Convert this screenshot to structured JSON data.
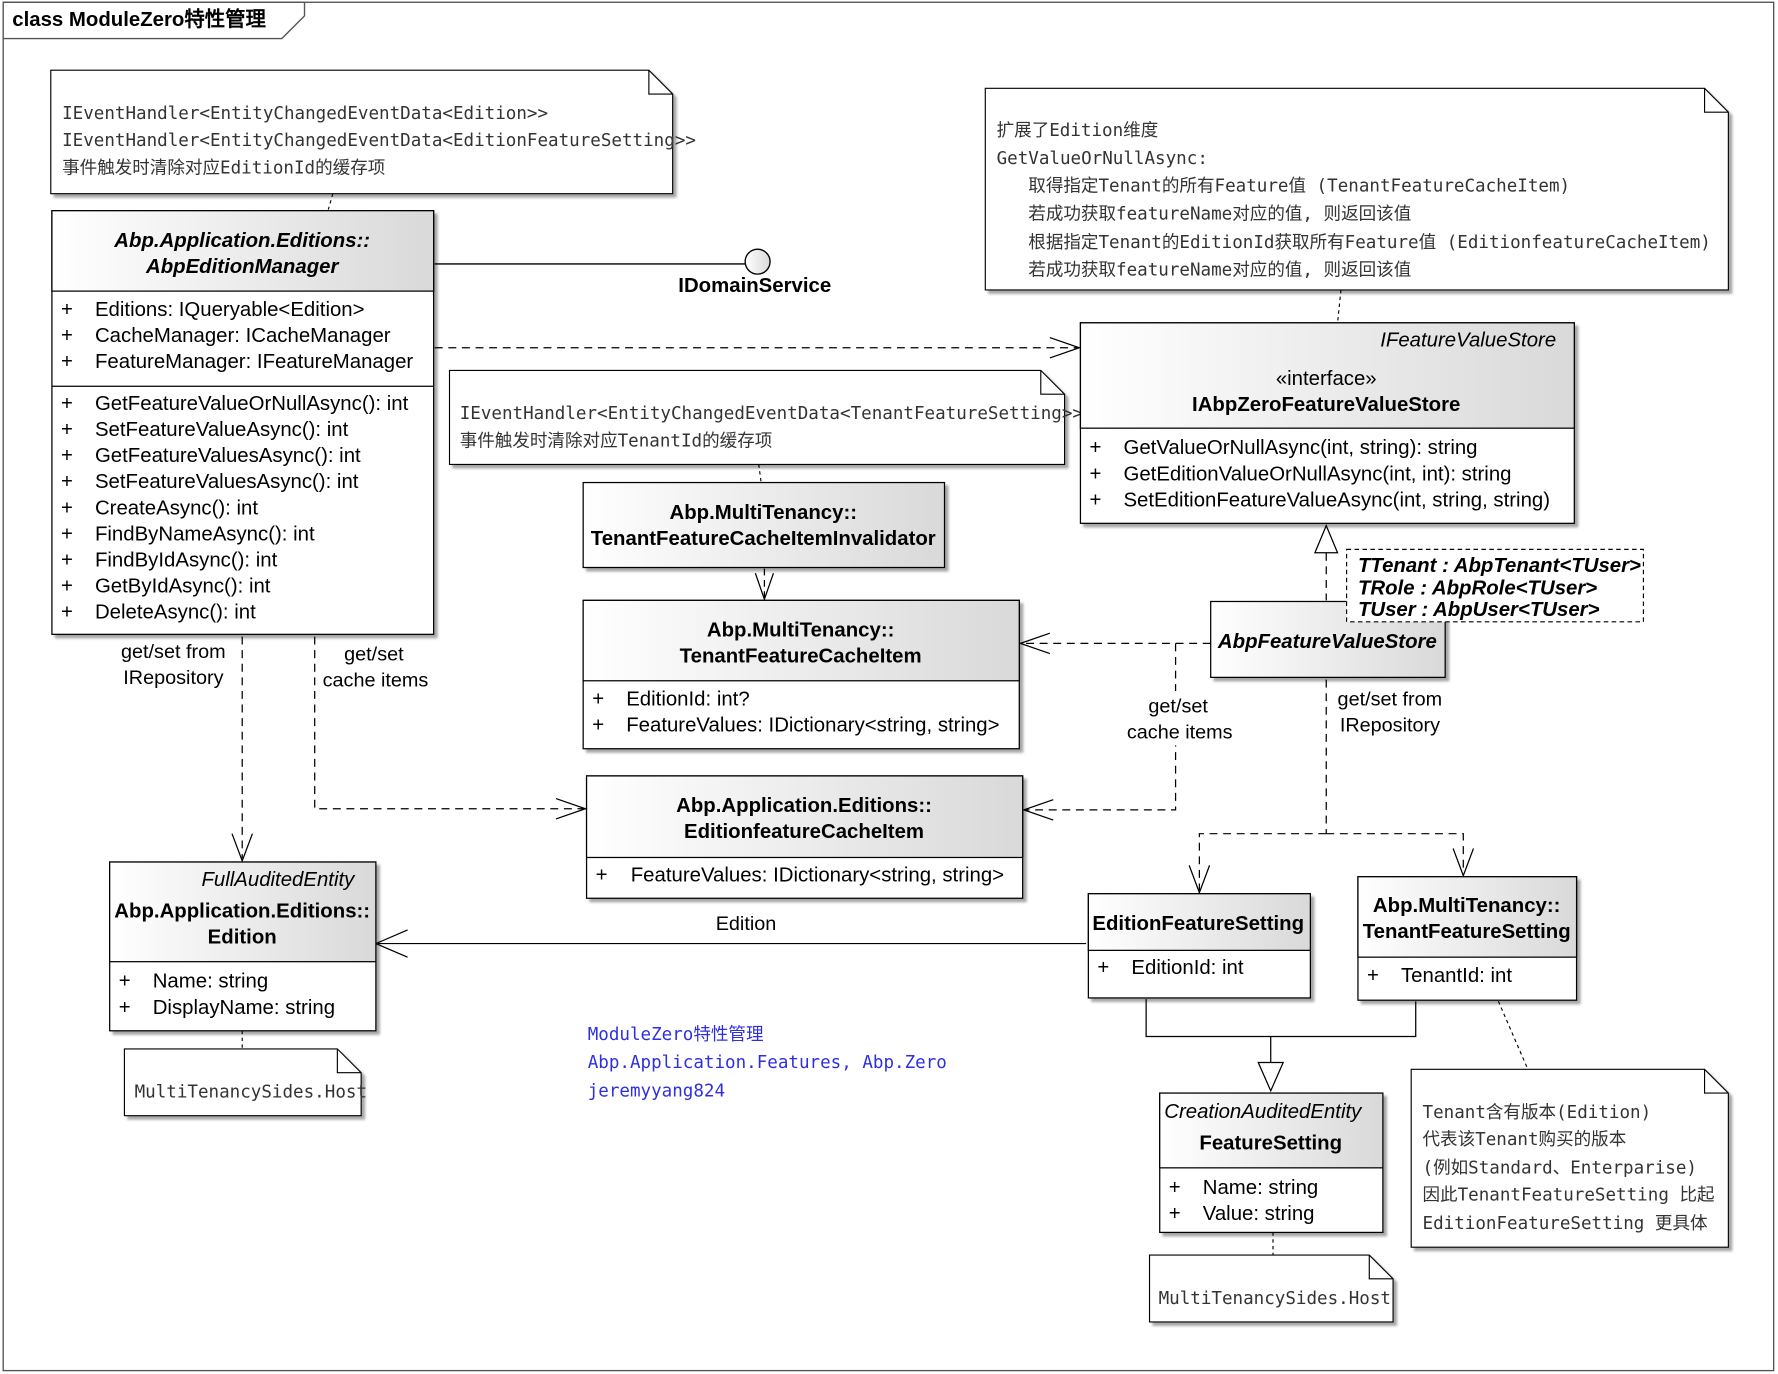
{
  "frame": {
    "title": "class ModuleZero特性管理"
  },
  "notes": {
    "edition_manager_note": [
      "IEventHandler<EntityChangedEventData<Edition>>",
      "IEventHandler<EntityChangedEventData<EditionFeatureSetting>>",
      "事件触发时清除对应EditionId的缓存项"
    ],
    "value_store_note": [
      "扩展了Edition维度",
      "GetValueOrNullAsync:",
      "   取得指定Tenant的所有Feature值 (TenantFeatureCacheItem)",
      "   若成功获取featureName对应的值, 则返回该值",
      "   根据指定Tenant的EditionId获取所有Feature值 (EditionfeatureCacheItem)",
      "   若成功获取featureName对应的值, 则返回该值"
    ],
    "tenant_invalidator_note": [
      "IEventHandler<EntityChangedEventData<TenantFeatureSetting>>",
      "事件触发时清除对应TenantId的缓存项"
    ],
    "edition_sides_note": "MultiTenancySides.Host",
    "feature_setting_sides_note": "MultiTenancySides.Host",
    "tenant_setting_note": [
      "Tenant含有版本(Edition)",
      "代表该Tenant购买的版本",
      "(例如Standard、Enterparise)",
      "因此TenantFeatureSetting 比起",
      "EditionFeatureSetting 更具体"
    ]
  },
  "classes": {
    "abp_edition_manager": {
      "name_line1": "Abp.Application.Editions::",
      "name_line2": "AbpEditionManager",
      "attributes": [
        {
          "vis": "+",
          "text": "Editions: IQueryable<Edition>"
        },
        {
          "vis": "+",
          "text": "CacheManager: ICacheManager"
        },
        {
          "vis": "+",
          "text": "FeatureManager: IFeatureManager"
        }
      ],
      "operations": [
        {
          "vis": "+",
          "text": "GetFeatureValueOrNullAsync(): int"
        },
        {
          "vis": "+",
          "text": "SetFeatureValueAsync(): int"
        },
        {
          "vis": "+",
          "text": "GetFeatureValuesAsync(): int"
        },
        {
          "vis": "+",
          "text": "SetFeatureValuesAsync(): int"
        },
        {
          "vis": "+",
          "text": "CreateAsync(): int"
        },
        {
          "vis": "+",
          "text": "FindByNameAsync(): int"
        },
        {
          "vis": "+",
          "text": "FindByIdAsync(): int"
        },
        {
          "vis": "+",
          "text": "GetByIdAsync(): int"
        },
        {
          "vis": "+",
          "text": "DeleteAsync(): int"
        }
      ]
    },
    "idomain_service": {
      "label": "IDomainService"
    },
    "iabpzero_feature_value_store": {
      "parent": "IFeatureValueStore",
      "stereotype": "«interface»",
      "name": "IAbpZeroFeatureValueStore",
      "operations": [
        {
          "vis": "+",
          "text": "GetValueOrNullAsync(int, string): string"
        },
        {
          "vis": "+",
          "text": "GetEditionValueOrNullAsync(int, int): string"
        },
        {
          "vis": "+",
          "text": "SetEditionFeatureValueAsync(int, string, string)"
        }
      ]
    },
    "tenant_feature_cache_item_invalidator": {
      "name_line1": "Abp.MultiTenancy::",
      "name_line2": "TenantFeatureCacheItemInvalidator"
    },
    "tenant_feature_cache_item": {
      "name_line1": "Abp.MultiTenancy::",
      "name_line2": "TenantFeatureCacheItem",
      "attributes": [
        {
          "vis": "+",
          "text": "EditionId: int?"
        },
        {
          "vis": "+",
          "text": "FeatureValues: IDictionary<string, string>"
        }
      ]
    },
    "abp_feature_value_store": {
      "name": "AbpFeatureValueStore",
      "template_params": [
        "TTenant : AbpTenant<TUser>",
        "TRole : AbpRole<TUser>",
        "TUser : AbpUser<TUser>"
      ]
    },
    "edition_feature_cache_item": {
      "name_line1": "Abp.Application.Editions::",
      "name_line2": "EditionfeatureCacheItem",
      "attributes": [
        {
          "vis": "+",
          "text": "FeatureValues: IDictionary<string, string>"
        }
      ]
    },
    "edition": {
      "parent": "FullAuditedEntity",
      "name_line1": "Abp.Application.Editions::",
      "name_line2": "Edition",
      "attributes": [
        {
          "vis": "+",
          "text": "Name: string"
        },
        {
          "vis": "+",
          "text": "DisplayName: string"
        }
      ]
    },
    "edition_feature_setting": {
      "name": "EditionFeatureSetting",
      "attributes": [
        {
          "vis": "+",
          "text": "EditionId: int"
        }
      ]
    },
    "tenant_feature_setting": {
      "name_line1": "Abp.MultiTenancy::",
      "name_line2": "TenantFeatureSetting",
      "attributes": [
        {
          "vis": "+",
          "text": "TenantId: int"
        }
      ]
    },
    "feature_setting": {
      "parent": "CreationAuditedEntity",
      "name": "FeatureSetting",
      "attributes": [
        {
          "vis": "+",
          "text": "Name: string"
        },
        {
          "vis": "+",
          "text": "Value: string"
        }
      ]
    }
  },
  "connector_labels": {
    "manager_repo_line1": "get/set from",
    "manager_repo_line2": "IRepository",
    "manager_cache_line1": "get/set",
    "manager_cache_line2": "cache items",
    "store_cache_line1": "get/set",
    "store_cache_line2": "cache items",
    "store_repo_line1": "get/set from",
    "store_repo_line2": "IRepository",
    "edition_assoc": "Edition"
  },
  "caption": {
    "lines": [
      "ModuleZero特性管理",
      "Abp.Application.Features, Abp.Zero",
      "jeremyyang824"
    ],
    "color": "#2f2fe0"
  },
  "colors": {
    "class_header_top": "#ffffff",
    "class_header_bottom": "#dcdcdc",
    "border": "#000000",
    "note_fill": "#ffffff"
  }
}
